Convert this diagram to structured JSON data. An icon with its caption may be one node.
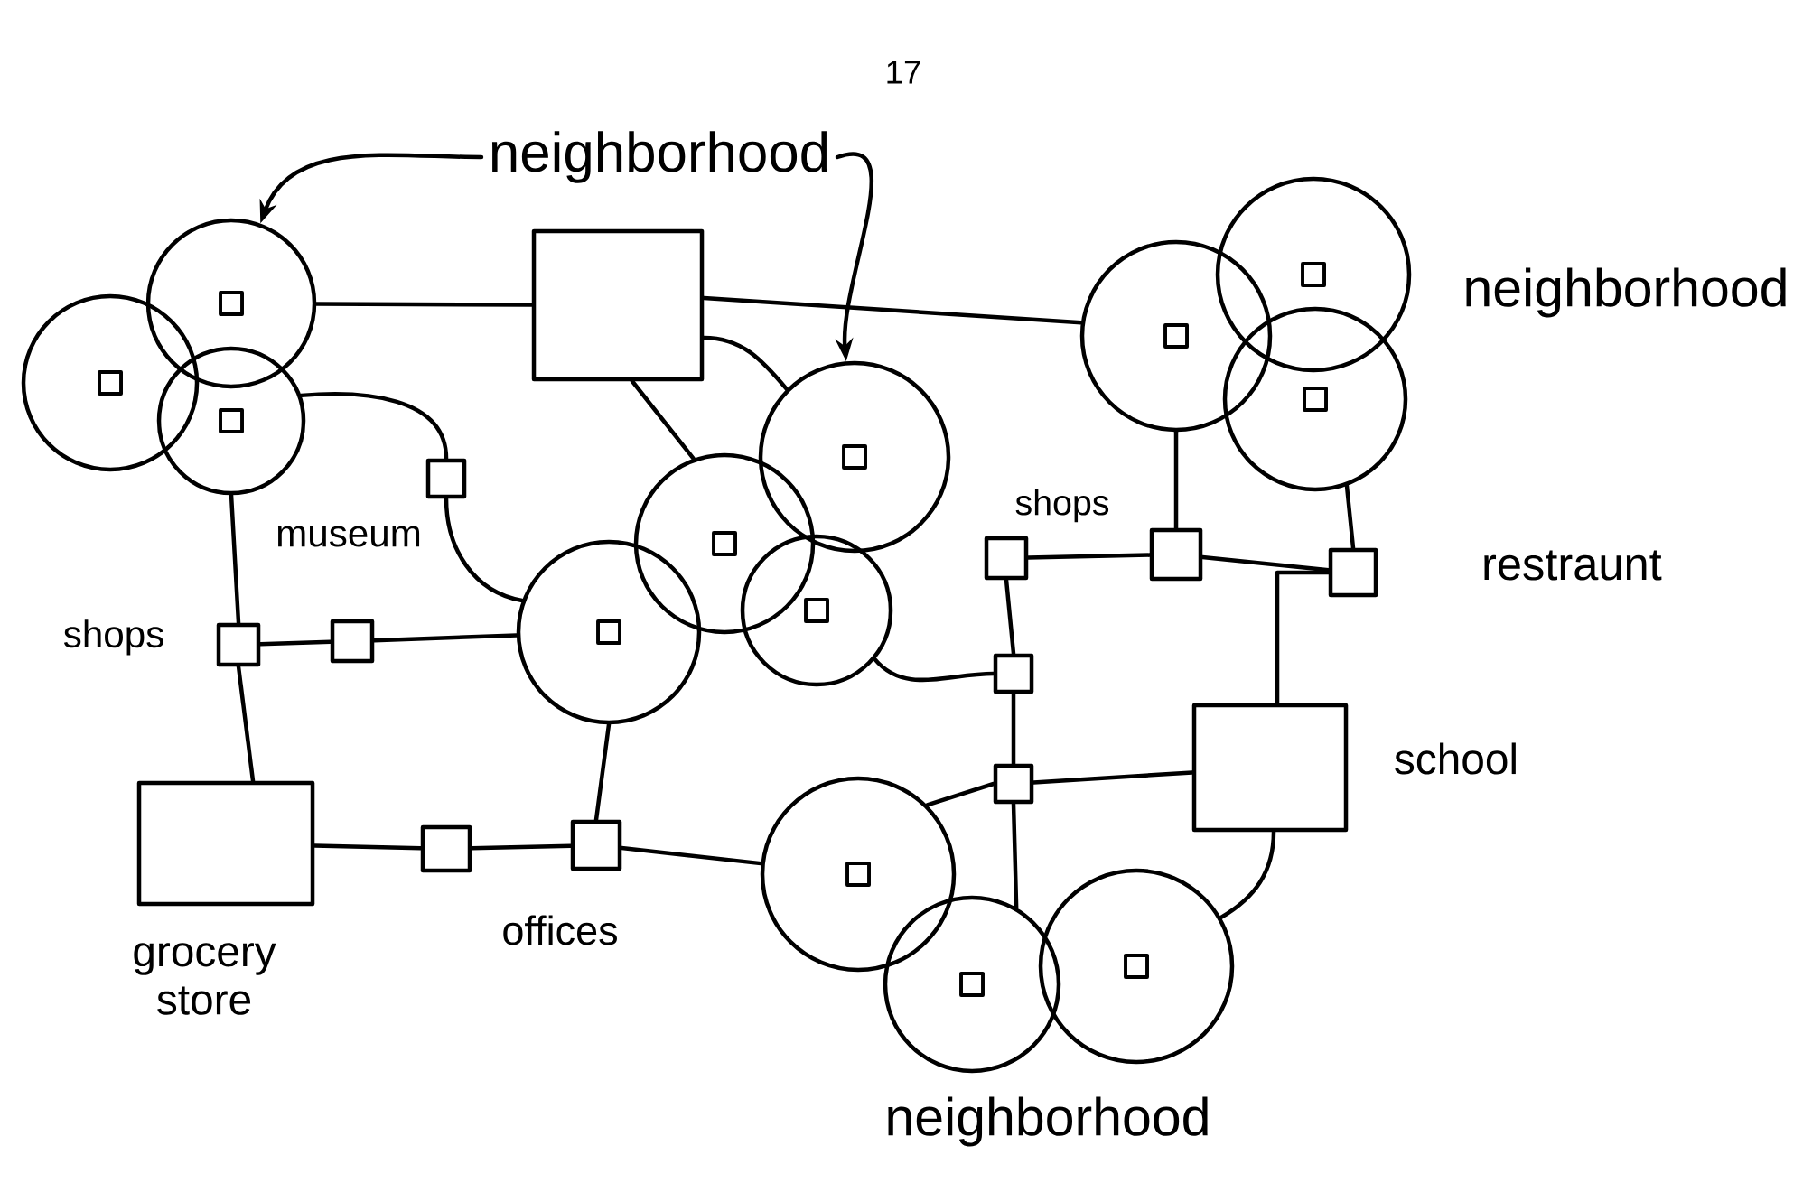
{
  "diagram": {
    "nodes": [
      {
        "text": [
          "neighborhood"
        ]
      },
      {
        "text": [],
        "shape": "circle"
      },
      {
        "text": [],
        "shape": "circle"
      },
      {
        "text": [],
        "shape": "circle"
      },
      {
        "text": [],
        "shape": "box"
      },
      {
        "text": [],
        "shape": "circle"
      },
      {
        "text": [],
        "shape": "circle"
      },
      {
        "text": [],
        "shape": "circle"
      },
      {
        "text": [],
        "shape": "box",
        "beside": [
          "museum"
        ]
      },
      {
        "text": [],
        "shape": "circle"
      },
      {
        "text": [],
        "shape": "circle"
      },
      {
        "text": [],
        "shape": "circle"
      },
      {
        "text": [],
        "shape": "circle"
      },
      {
        "text": [],
        "shape": "box",
        "beside": [
          "shops"
        ]
      },
      {
        "text": [],
        "shape": "box"
      },
      {
        "text": [],
        "shape": "box",
        "beside": [
          "restraunt"
        ]
      },
      {
        "text": [],
        "shape": "box",
        "beside": [
          "shops"
        ]
      },
      {
        "text": [],
        "shape": "box"
      },
      {
        "text": [],
        "shape": "box"
      },
      {
        "text": [],
        "shape": "box"
      },
      {
        "text": [],
        "shape": "box",
        "beside": [
          "school"
        ]
      },
      {
        "text": [],
        "shape": "box",
        "beside": [
          "grocery store"
        ]
      },
      {
        "text": [],
        "shape": "box"
      },
      {
        "text": [],
        "shape": "box",
        "beside": [
          "offices"
        ]
      },
      {
        "text": [],
        "shape": "circle"
      },
      {
        "text": [],
        "shape": "circle"
      },
      {
        "text": [],
        "shape": "circle"
      }
    ],
    "edges": [
      {
        "from": 2,
        "to": 4,
        "arrow": "none"
      },
      {
        "from": 4,
        "to": 5,
        "arrow": "none"
      },
      {
        "from": 4,
        "to": 9,
        "arrow": "none"
      },
      {
        "from": 4,
        "to": 10,
        "arrow": "none"
      },
      {
        "from": 3,
        "to": 8,
        "arrow": "none"
      },
      {
        "from": 8,
        "to": 12,
        "arrow": "none"
      },
      {
        "from": 3,
        "to": 16,
        "arrow": "none"
      },
      {
        "from": 16,
        "to": 17,
        "arrow": "none"
      },
      {
        "from": 17,
        "to": 12,
        "arrow": "none"
      },
      {
        "from": 16,
        "to": 21,
        "arrow": "none"
      },
      {
        "from": 21,
        "to": 22,
        "arrow": "none"
      },
      {
        "from": 22,
        "to": 23,
        "arrow": "none"
      },
      {
        "from": 12,
        "to": 23,
        "arrow": "none"
      },
      {
        "from": 23,
        "to": 24,
        "arrow": "none"
      },
      {
        "from": 13,
        "to": 14,
        "arrow": "none"
      },
      {
        "from": 14,
        "to": 5,
        "arrow": "none"
      },
      {
        "from": 14,
        "to": 15,
        "arrow": "none"
      },
      {
        "from": 15,
        "to": 7,
        "arrow": "none"
      },
      {
        "from": 20,
        "to": 15,
        "arrow": "none"
      },
      {
        "from": 13,
        "to": 18,
        "arrow": "none"
      },
      {
        "from": 11,
        "to": 18,
        "arrow": "none"
      },
      {
        "from": 18,
        "to": 19,
        "arrow": "none"
      },
      {
        "from": 19,
        "to": 20,
        "arrow": "none"
      },
      {
        "from": 19,
        "to": 24,
        "arrow": "none"
      },
      {
        "from": 19,
        "to": 26,
        "arrow": "none"
      },
      {
        "from": 20,
        "to": 25,
        "arrow": "none"
      },
      {
        "from": 0,
        "to": 2,
        "arrow": "to"
      },
      {
        "from": 0,
        "to": 9,
        "arrow": "to"
      }
    ],
    "labels": [
      "17",
      "neighborhood",
      "neighborhood"
    ]
  }
}
